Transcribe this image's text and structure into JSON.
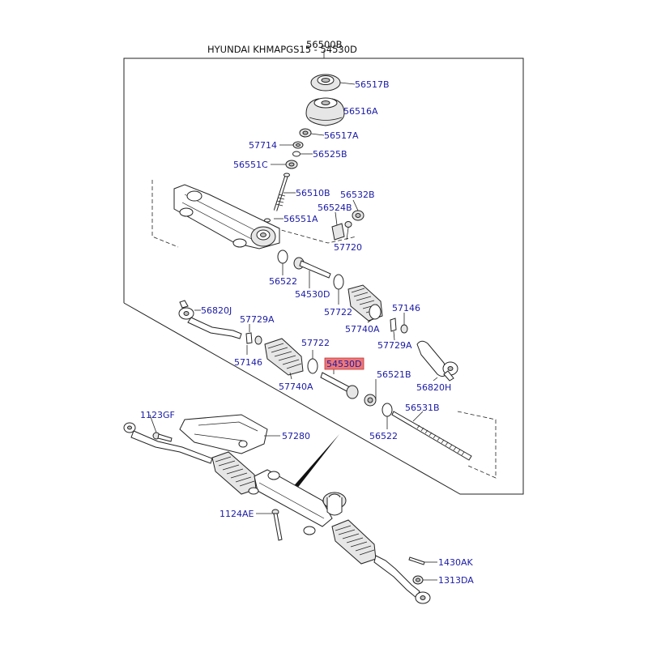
{
  "title": "HYUNDAI KHMAPGS15 - 54530D",
  "assembly_number": "56500B",
  "highlight_color": "#ee7777",
  "label_color": "#1a1aa6",
  "parts": {
    "p56517B": "56517B",
    "p56516A": "56516A",
    "p56517A": "56517A",
    "p57714": "57714",
    "p56525B": "56525B",
    "p56551C": "56551C",
    "p56510B": "56510B",
    "p56532B": "56532B",
    "p56524B": "56524B",
    "p56551A": "56551A",
    "p57720": "57720",
    "p56522a": "56522",
    "p54530Da": "54530D",
    "p57722a": "57722",
    "p57740Aa": "57740A",
    "p57146a": "57146",
    "p57729Aa": "57729A",
    "p56820H": "56820H",
    "p56820J": "56820J",
    "p57729Ab": "57729A",
    "p57146b": "57146",
    "p57722b": "57722",
    "p57740Ab": "57740A",
    "p54530Db": "54530D",
    "p56521B": "56521B",
    "p56522b": "56522",
    "p56531B": "56531B",
    "p1123GF": "1123GF",
    "p57280": "57280",
    "p1124AE": "1124AE",
    "p1430AK": "1430AK",
    "p1313DA": "1313DA"
  }
}
